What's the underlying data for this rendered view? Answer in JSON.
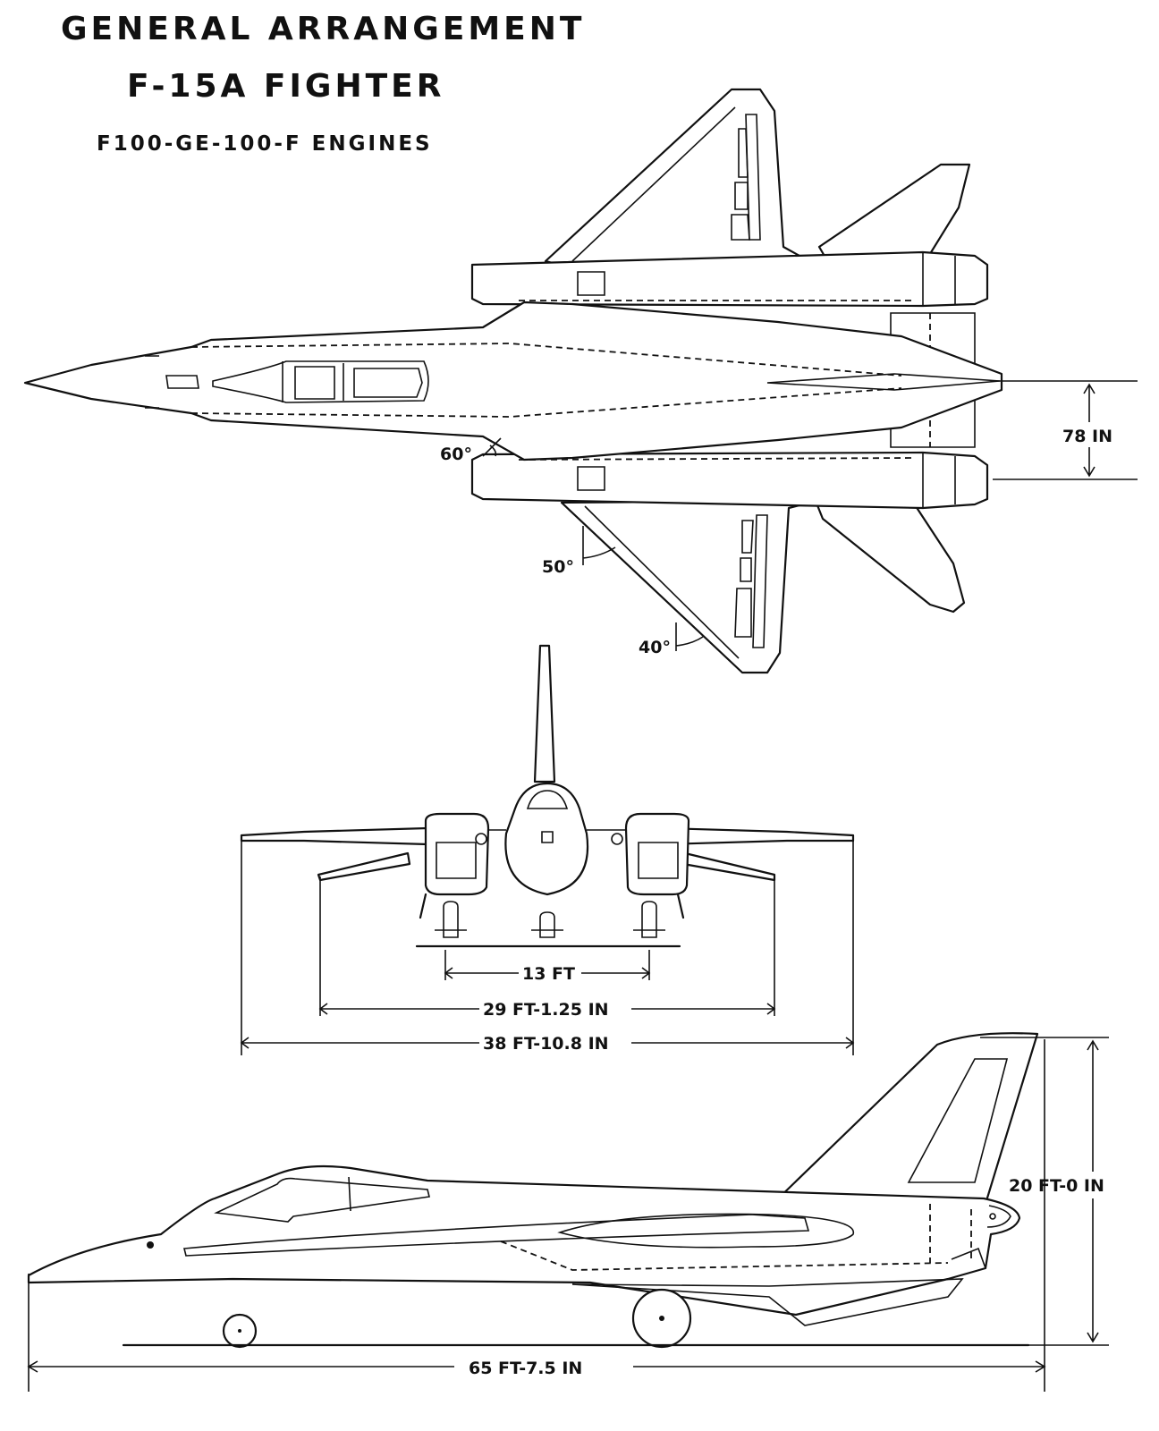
{
  "title": {
    "line1": "GENERAL ARRANGEMENT",
    "line2": "F-15A FIGHTER",
    "line3": "F100-GE-100-F ENGINES"
  },
  "plan_view": {
    "angles": {
      "a60": "60°",
      "a50": "50°",
      "a40": "40°"
    },
    "engine_spacing": "78 IN"
  },
  "front_view": {
    "tread": "13 FT",
    "tailplane_span": "29 FT-1.25 IN",
    "wing_span": "38 FT-10.8 IN"
  },
  "side_view": {
    "height": "20 FT-0 IN",
    "length": "65 FT-7.5 IN"
  },
  "colors": {
    "ink": "#111111",
    "paper": "#ffffff"
  }
}
